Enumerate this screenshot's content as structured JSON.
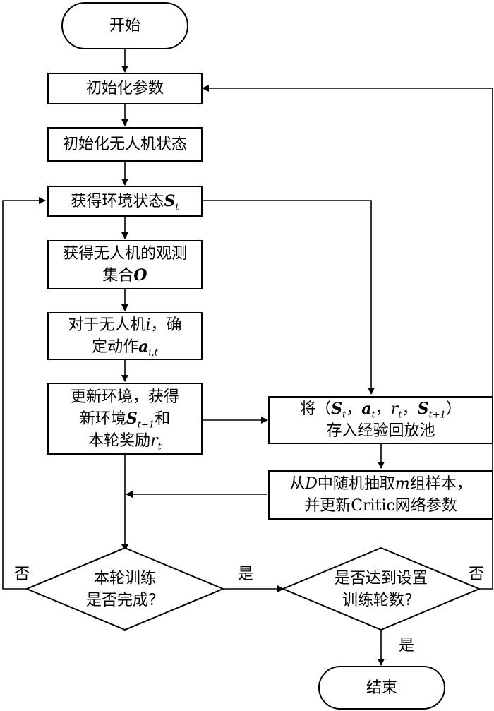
{
  "nodes": {
    "start": "开始",
    "init_params": "初始化参数",
    "init_uav": "初始化无人机状态",
    "get_state": {
      "text": "获得环境状态",
      "var": "S",
      "sub": "t"
    },
    "get_obs": {
      "line1": "获得无人机的观测",
      "line2_text": "集合",
      "line2_var": "O"
    },
    "action": {
      "line1_text": "对于无人机",
      "line1_var": "i",
      "line1_tail": "，确",
      "line2_text": "定动作",
      "line2_var": "a",
      "line2_sub": "i,t"
    },
    "update_env": {
      "line1": "更新环境，获得",
      "line2_text": "新环境",
      "line2_var": "S",
      "line2_sub": "t+1",
      "line2_tail": "和",
      "line3_text": "本轮奖励",
      "line3_var": "r",
      "line3_sub": "t"
    },
    "store": {
      "line1_prefix": "将（",
      "s": "S",
      "s_sub": "t",
      "sep1": "，",
      "a": "a",
      "a_sub": "t",
      "sep2": "，",
      "r": "r",
      "r_sub": "t",
      "sep3": "，",
      "s2": "S",
      "s2_sub": "t+1",
      "suffix": "）",
      "line2": "存入经验回放池"
    },
    "sample": {
      "line1_a": "从",
      "line1_var1": "D",
      "line1_b": "中随机抽取",
      "line1_var2": "m",
      "line1_c": "组样本，",
      "line2": "并更新Critic网络参数"
    },
    "episode_done": {
      "line1": "本轮训练",
      "line2": "是否完成？"
    },
    "rounds_done": {
      "line1": "是否达到设置",
      "line2": "训练轮数？"
    },
    "end": "结束"
  },
  "labels": {
    "no_left": "否",
    "yes_mid": "是",
    "no_right": "否",
    "yes_down": "是"
  }
}
